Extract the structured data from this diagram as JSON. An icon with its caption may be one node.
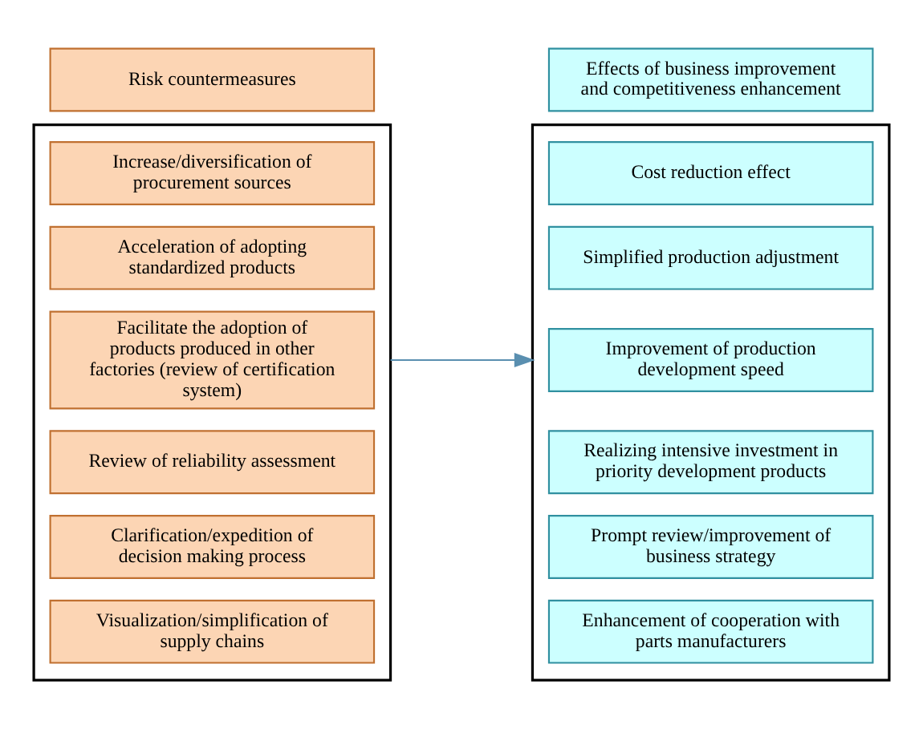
{
  "diagram": {
    "nodes": [
      {
        "text": [
          "Risk countermeasures"
        ]
      },
      {
        "text": [
          "Effects of business improvement and competitiveness enhancement"
        ]
      },
      {
        "text": [],
        "shape": "box"
      },
      {
        "text": [
          "Increase/diversification of procurement sources"
        ],
        "in": 2
      },
      {
        "text": [
          "Acceleration of adopting standardized products"
        ],
        "in": 2
      },
      {
        "text": [
          "Facilitate the adoption of products produced in other factories (review of certification system)"
        ],
        "in": 2
      },
      {
        "text": [
          "Review of reliability assessment"
        ],
        "in": 2
      },
      {
        "text": [
          "Clarification/expedition of decision making process"
        ],
        "in": 2
      },
      {
        "text": [
          "Visualization/simplification of supply chains"
        ],
        "in": 2
      },
      {
        "text": [],
        "shape": "box"
      },
      {
        "text": [
          "Cost reduction effect"
        ],
        "in": 9
      },
      {
        "text": [
          "Simplified production adjustment"
        ],
        "in": 9
      },
      {
        "text": [
          "Improvement of production development speed"
        ],
        "in": 9
      },
      {
        "text": [
          "Realizing intensive investment in priority development products"
        ],
        "in": 9
      },
      {
        "text": [
          "Prompt review/improvement of business strategy"
        ],
        "in": 9
      },
      {
        "text": [
          "Enhancement of cooperation with parts manufacturers"
        ],
        "in": 9
      }
    ],
    "edges": [
      {
        "from": 2,
        "to": 9,
        "arrow": "to"
      }
    ]
  }
}
